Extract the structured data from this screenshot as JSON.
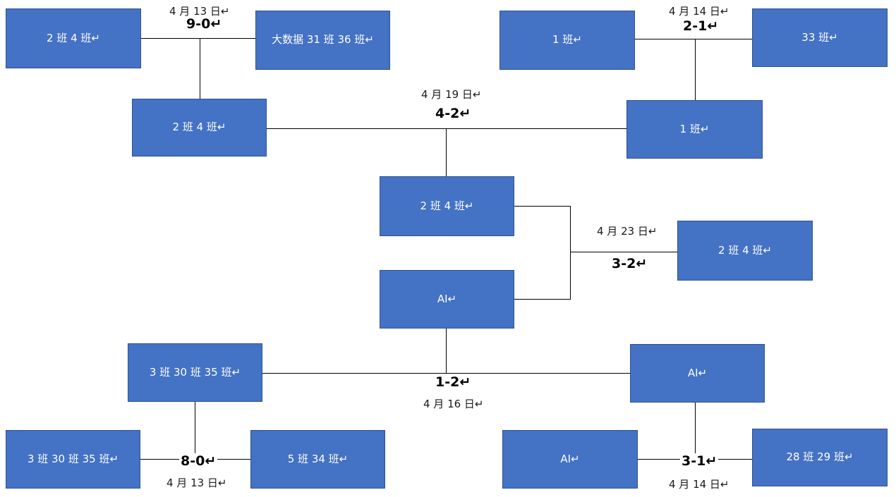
{
  "colors": {
    "box_fill": "#4472C4",
    "box_border": "#2F528F",
    "box_text": "#FFFFFF",
    "line": "#000000"
  },
  "teams": {
    "tl_r1_a": "2 班 4 班↵",
    "tl_r1_b": "大数据 31 班 36 班↵",
    "tl_r2": "2 班 4 班↵",
    "tr_r1_a": "1 班↵",
    "tr_r1_b": "33 班↵",
    "tr_r2": "1 班↵",
    "sf_top": "2 班 4 班↵",
    "sf_bottom": "AI↵",
    "champion": "2 班 4 班↵",
    "bl_r2": "3 班 30 班 35 班↵",
    "br_r2": "AI↵",
    "bl_r1_a": "3 班 30 班 35 班↵",
    "bl_r1_b": "5 班 34 班↵",
    "br_r1_a": "AI↵",
    "br_r1_b": "28 班 29 班↵"
  },
  "matches": {
    "top_left": {
      "date": "4 月 13 日↵",
      "score": "9-0↵"
    },
    "top_right": {
      "date": "4 月 14 日↵",
      "score": "2-1↵"
    },
    "semi_top": {
      "date": "4 月 19 日↵",
      "score": "4-2↵"
    },
    "final": {
      "date": "4 月 23 日↵",
      "score": "3-2↵"
    },
    "semi_bottom": {
      "score": "1-2↵",
      "date": "4 月 16 日↵"
    },
    "bottom_left": {
      "score": "8-0↵",
      "date": "4 月 13 日↵"
    },
    "bottom_right": {
      "score": "3-1↵",
      "date": "4 月 14 日↵"
    }
  }
}
